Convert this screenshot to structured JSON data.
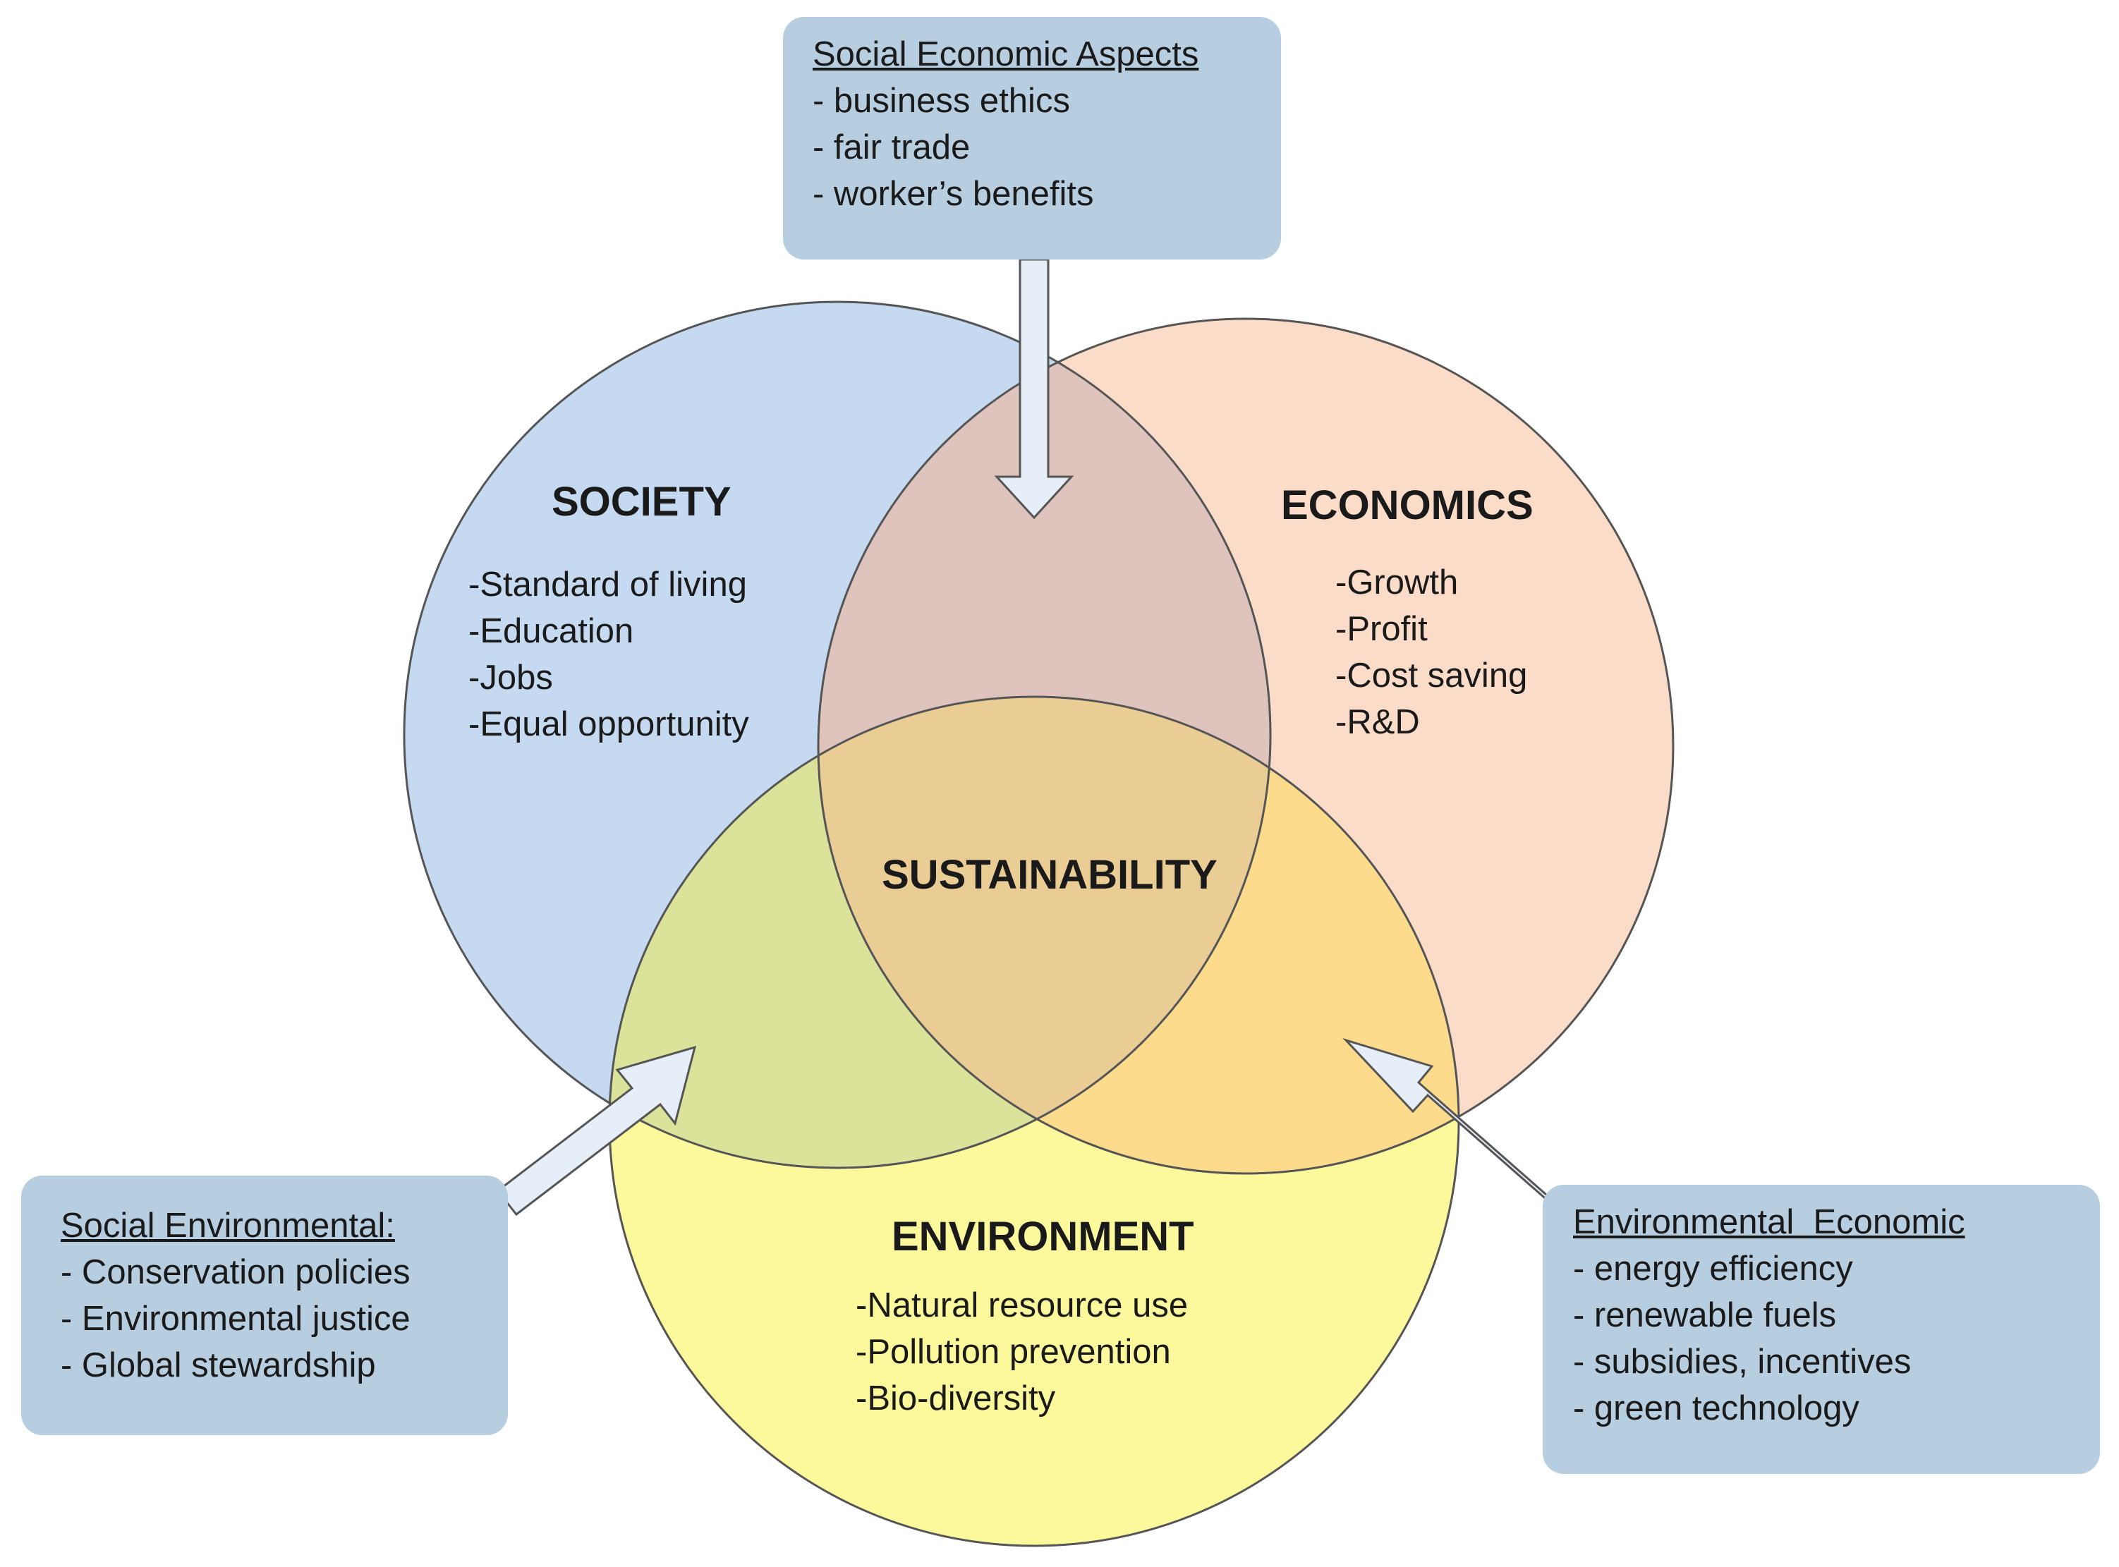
{
  "colors": {
    "society": "#c5daf1",
    "economics": "#fbdcc9",
    "environment": "#fcf89c",
    "society_economics": "#dec4bd",
    "society_environment": "#dbe39b",
    "economics_environment": "#fcdc8c",
    "center": "#e9cd94",
    "boxes": "#b7cde0",
    "arrow_fill": "#e6eef7",
    "outline": "#555555"
  },
  "society": {
    "title": "SOCIETY",
    "items": [
      "-Standard of living",
      "-Education",
      "-Jobs",
      "-Equal opportunity"
    ]
  },
  "economics": {
    "title": "ECONOMICS",
    "items": [
      "-Growth",
      "-Profit",
      "-Cost saving",
      "-R&D"
    ]
  },
  "environment": {
    "title": "ENVIRONMENT",
    "items": [
      "-Natural resource use",
      "-Pollution prevention",
      "-Bio-diversity"
    ]
  },
  "center": {
    "title": "SUSTAINABILITY"
  },
  "social_economic_box": {
    "title": "Social Economic Aspects",
    "items": [
      "- business ethics",
      "- fair trade",
      "- worker’s benefits"
    ]
  },
  "social_environmental_box": {
    "title": "Social Environmental:",
    "items": [
      "- Conservation policies",
      "- Environmental justice",
      "- Global stewardship"
    ]
  },
  "environmental_economic_box": {
    "title": "Environmental  Economic",
    "items": [
      "- energy efficiency",
      "- renewable fuels",
      "- subsidies, incentives",
      "- green technology"
    ]
  }
}
